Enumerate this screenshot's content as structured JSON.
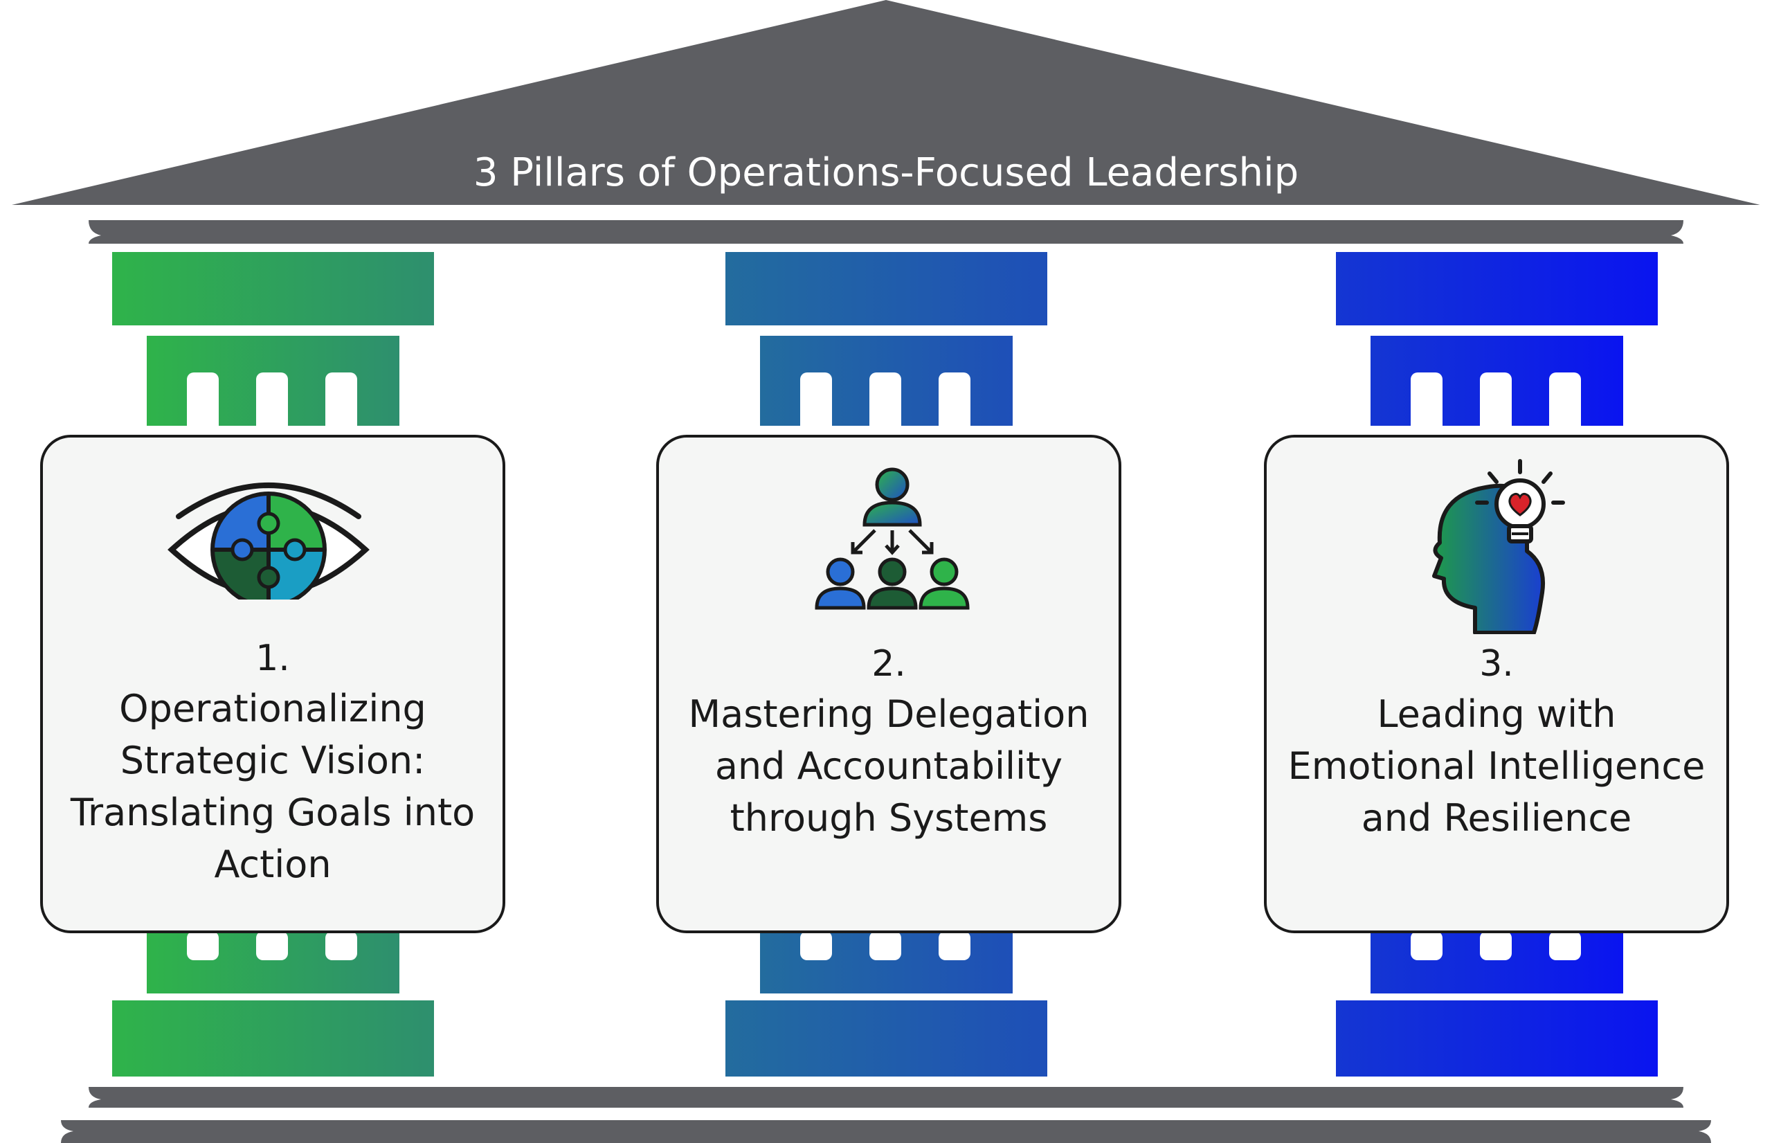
{
  "title": "3 Pillars of Operations-Focused Leadership",
  "colors": {
    "roof": "#5d5e62",
    "pillar_1": [
      "#2fb34a",
      "#2e8f6e"
    ],
    "pillar_2": [
      "#236c9e",
      "#1e4fb8"
    ],
    "pillar_3": [
      "#1436d2",
      "#0a14f0"
    ],
    "card_bg": "#f5f6f5",
    "outline": "#1a1a1a"
  },
  "pillars": [
    {
      "number": "1.",
      "title_lines": [
        "Operationalizing",
        "Strategic Vision:",
        "Translating Goals into",
        "Action"
      ],
      "icon": "eye-puzzle-icon"
    },
    {
      "number": "2.",
      "title_lines": [
        "Mastering Delegation",
        "and Accountability",
        "through Systems"
      ],
      "icon": "delegation-people-icon"
    },
    {
      "number": "3.",
      "title_lines": [
        "Leading with",
        "Emotional Intelligence",
        "and Resilience"
      ],
      "icon": "head-lightbulb-heart-icon"
    }
  ]
}
